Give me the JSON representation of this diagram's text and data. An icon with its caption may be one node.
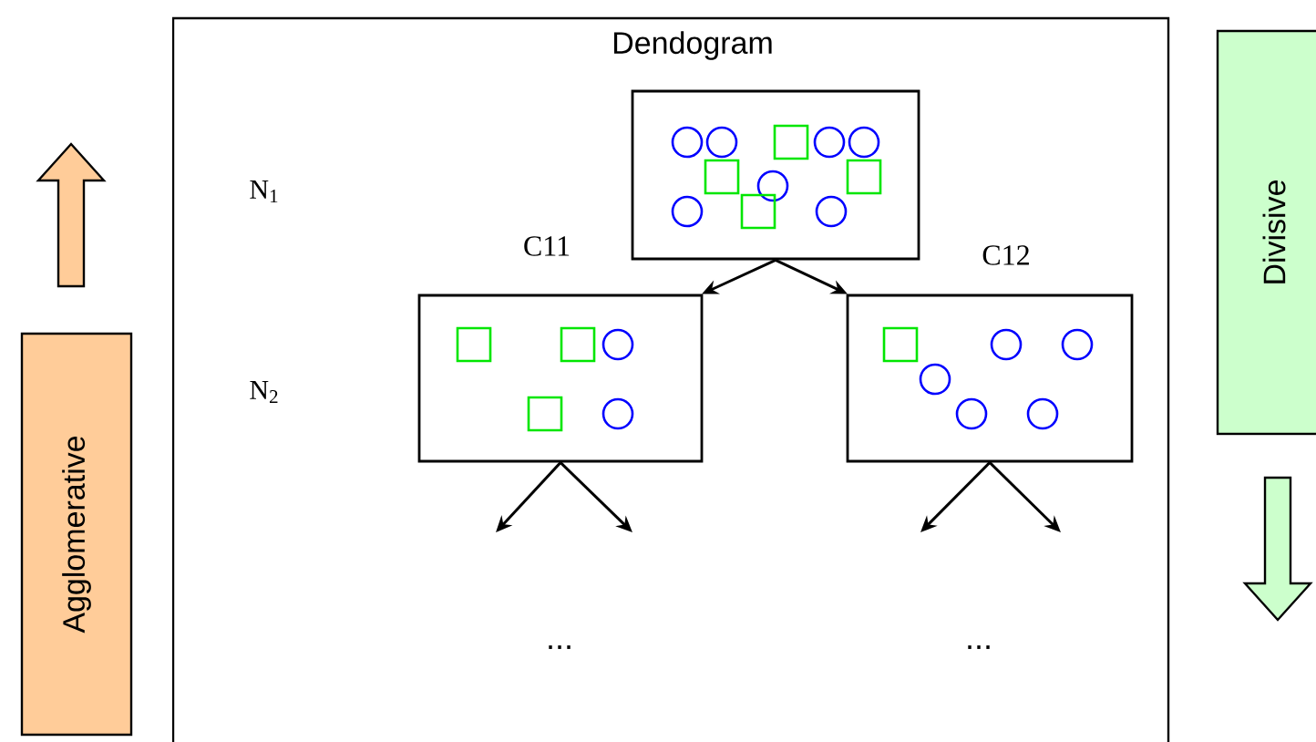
{
  "diagram": {
    "nodes": [
      {
        "text": [
          "Dendogram"
        ]
      },
      {
        "text": [],
        "shape": "box",
        "in": 0
      },
      {
        "text": [
          "C11"
        ],
        "in": 0
      },
      {
        "text": [
          "C12"
        ],
        "in": 0
      },
      {
        "text": [
          "Agglomerative"
        ]
      },
      {
        "text": [
          "Divisive"
        ]
      }
    ],
    "edges": [
      {
        "from": 1,
        "to": 2,
        "arrow": "to"
      },
      {
        "from": 1,
        "to": 3,
        "arrow": "to"
      },
      {
        "from": 2,
        "to": null,
        "arrow": "to"
      },
      {
        "from": 2,
        "to": null,
        "arrow": "to"
      },
      {
        "from": 3,
        "to": null,
        "arrow": "to"
      },
      {
        "from": 3,
        "to": null,
        "arrow": "to"
      }
    ],
    "labels": [
      "N$_{1}$",
      "N$_{2}$",
      "...",
      "..."
    ]
  }
}
